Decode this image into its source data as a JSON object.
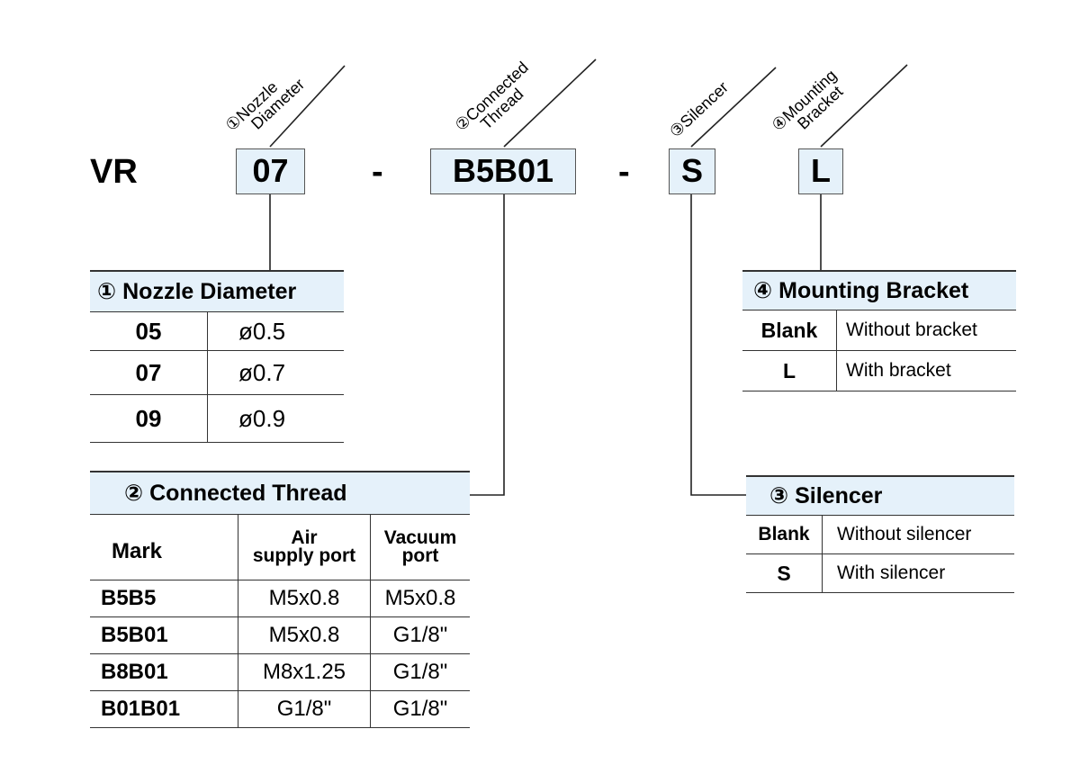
{
  "model": {
    "prefix": "VR",
    "separator": "-",
    "codes": [
      {
        "num": "①",
        "label_line1": "Nozzle",
        "label_line2": "Diameter",
        "value": "07"
      },
      {
        "num": "②",
        "label_line1": "Connected",
        "label_line2": "Thread",
        "value": "B5B01"
      },
      {
        "num": "③",
        "label_line1": "Silencer",
        "label_line2": "",
        "value": "S"
      },
      {
        "num": "④",
        "label_line1": "Mounting",
        "label_line2": "Bracket",
        "value": "L"
      }
    ]
  },
  "nozzle_table": {
    "title": "① Nozzle Diameter",
    "rows": [
      {
        "mark": "05",
        "value": "ø0.5"
      },
      {
        "mark": "07",
        "value": "ø0.7"
      },
      {
        "mark": "09",
        "value": "ø0.9"
      }
    ]
  },
  "thread_table": {
    "title": "② Connected Thread",
    "headers": {
      "mark": "Mark",
      "air_line1": "Air",
      "air_line2": "supply port",
      "vac_line1": "Vacuum",
      "vac_line2": "port"
    },
    "rows": [
      {
        "mark": "B5B5",
        "air": "M5x0.8",
        "vac": "M5x0.8"
      },
      {
        "mark": "B5B01",
        "air": "M5x0.8",
        "vac": "G1/8\""
      },
      {
        "mark": "B8B01",
        "air": "M8x1.25",
        "vac": "G1/8\""
      },
      {
        "mark": "B01B01",
        "air": "G1/8\"",
        "vac": "G1/8\""
      }
    ]
  },
  "bracket_table": {
    "title": "④ Mounting Bracket",
    "rows": [
      {
        "mark": "Blank",
        "value": "Without bracket"
      },
      {
        "mark": "L",
        "value": "With bracket"
      }
    ]
  },
  "silencer_table": {
    "title": "③  Silencer",
    "rows": [
      {
        "mark": "Blank",
        "value": "Without silencer"
      },
      {
        "mark": "S",
        "value": "With silencer"
      }
    ]
  }
}
